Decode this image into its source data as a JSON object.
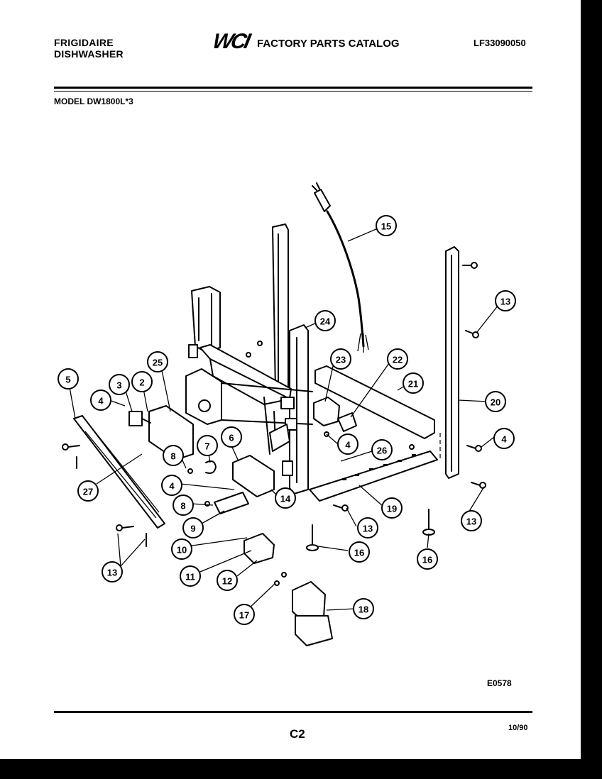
{
  "header": {
    "brand_line1": "FRIGIDAIRE",
    "brand_line2": "DISHWASHER",
    "logo": "WCI",
    "catalog_title": "FACTORY PARTS CATALOG",
    "catalog_number": "LF33090050",
    "model": "MODEL DW1800L*3"
  },
  "footer": {
    "drawing_code": "E0578",
    "page": "C2",
    "date": "10/90"
  },
  "callouts": [
    {
      "id": "c1",
      "num": "2"
    },
    {
      "id": "c2",
      "num": "3"
    },
    {
      "id": "c3",
      "num": "4"
    },
    {
      "id": "c4",
      "num": "5"
    },
    {
      "id": "c5",
      "num": "25"
    },
    {
      "id": "c6",
      "num": "8"
    },
    {
      "id": "c7",
      "num": "7"
    },
    {
      "id": "c8",
      "num": "6"
    },
    {
      "id": "c9",
      "num": "4"
    },
    {
      "id": "c10",
      "num": "8"
    },
    {
      "id": "c11",
      "num": "9"
    },
    {
      "id": "c12",
      "num": "14"
    },
    {
      "id": "c13",
      "num": "27"
    },
    {
      "id": "c14",
      "num": "10"
    },
    {
      "id": "c15",
      "num": "11"
    },
    {
      "id": "c16",
      "num": "12"
    },
    {
      "id": "c17",
      "num": "13"
    },
    {
      "id": "c18",
      "num": "17"
    },
    {
      "id": "c19",
      "num": "18"
    },
    {
      "id": "c20",
      "num": "15"
    },
    {
      "id": "c21",
      "num": "24"
    },
    {
      "id": "c22",
      "num": "23"
    },
    {
      "id": "c23",
      "num": "22"
    },
    {
      "id": "c24",
      "num": "21"
    },
    {
      "id": "c25",
      "num": "4"
    },
    {
      "id": "c26",
      "num": "26"
    },
    {
      "id": "c27",
      "num": "19"
    },
    {
      "id": "c28",
      "num": "13"
    },
    {
      "id": "c29",
      "num": "16"
    },
    {
      "id": "c30",
      "num": "16"
    },
    {
      "id": "c31",
      "num": "13"
    },
    {
      "id": "c32",
      "num": "20"
    },
    {
      "id": "c33",
      "num": "4"
    },
    {
      "id": "c34",
      "num": "13"
    }
  ]
}
